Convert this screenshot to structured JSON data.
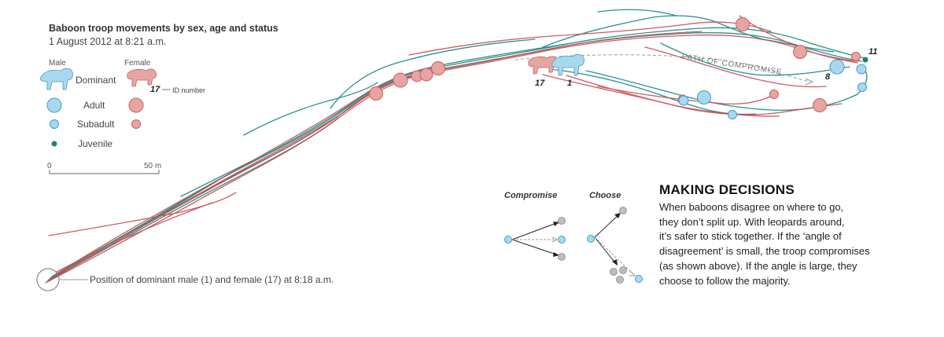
{
  "header": {
    "title": "Baboon troop movements by sex, age and status",
    "subtitle": "1 August 2012 at 8:21 a.m."
  },
  "legend": {
    "male_label": "Male",
    "female_label": "Female",
    "dominant_label": "Dominant",
    "adult_label": "Adult",
    "subadult_label": "Subadult",
    "juvenile_label": "Juvenile",
    "id_example": "17",
    "id_label": "ID number"
  },
  "scale": {
    "start_label": "0",
    "end_label": "50 m"
  },
  "map": {
    "start_annotation": "Position of dominant male (1) and female (17) at 8:18 a.m.",
    "path_label": "PATH OF COMPROMISE",
    "ids": [
      "17",
      "1",
      "8",
      "11"
    ]
  },
  "colors": {
    "male_fill": "#a9d8ee",
    "male_stroke": "#3e9ccc",
    "female_fill": "#e6a5a2",
    "female_stroke": "#c8605c",
    "juvenile": "#1e7f7a",
    "teal_track": "#1e8a8a",
    "red_track": "#c9494c",
    "gray_dot": "#bdbdbd"
  },
  "decisions": {
    "compromise_label": "Compromise",
    "choose_label": "Choose",
    "title": "MAKING DECISIONS",
    "body_lines": [
      "When baboons disagree on where to go,",
      "they don’t split up. With leopards around,",
      "it’s safer to stick together. If the ‘angle of",
      "disagreement’ is small, the troop compromises",
      "(as shown above). If the angle is large, they",
      "choose to follow the majority."
    ]
  }
}
